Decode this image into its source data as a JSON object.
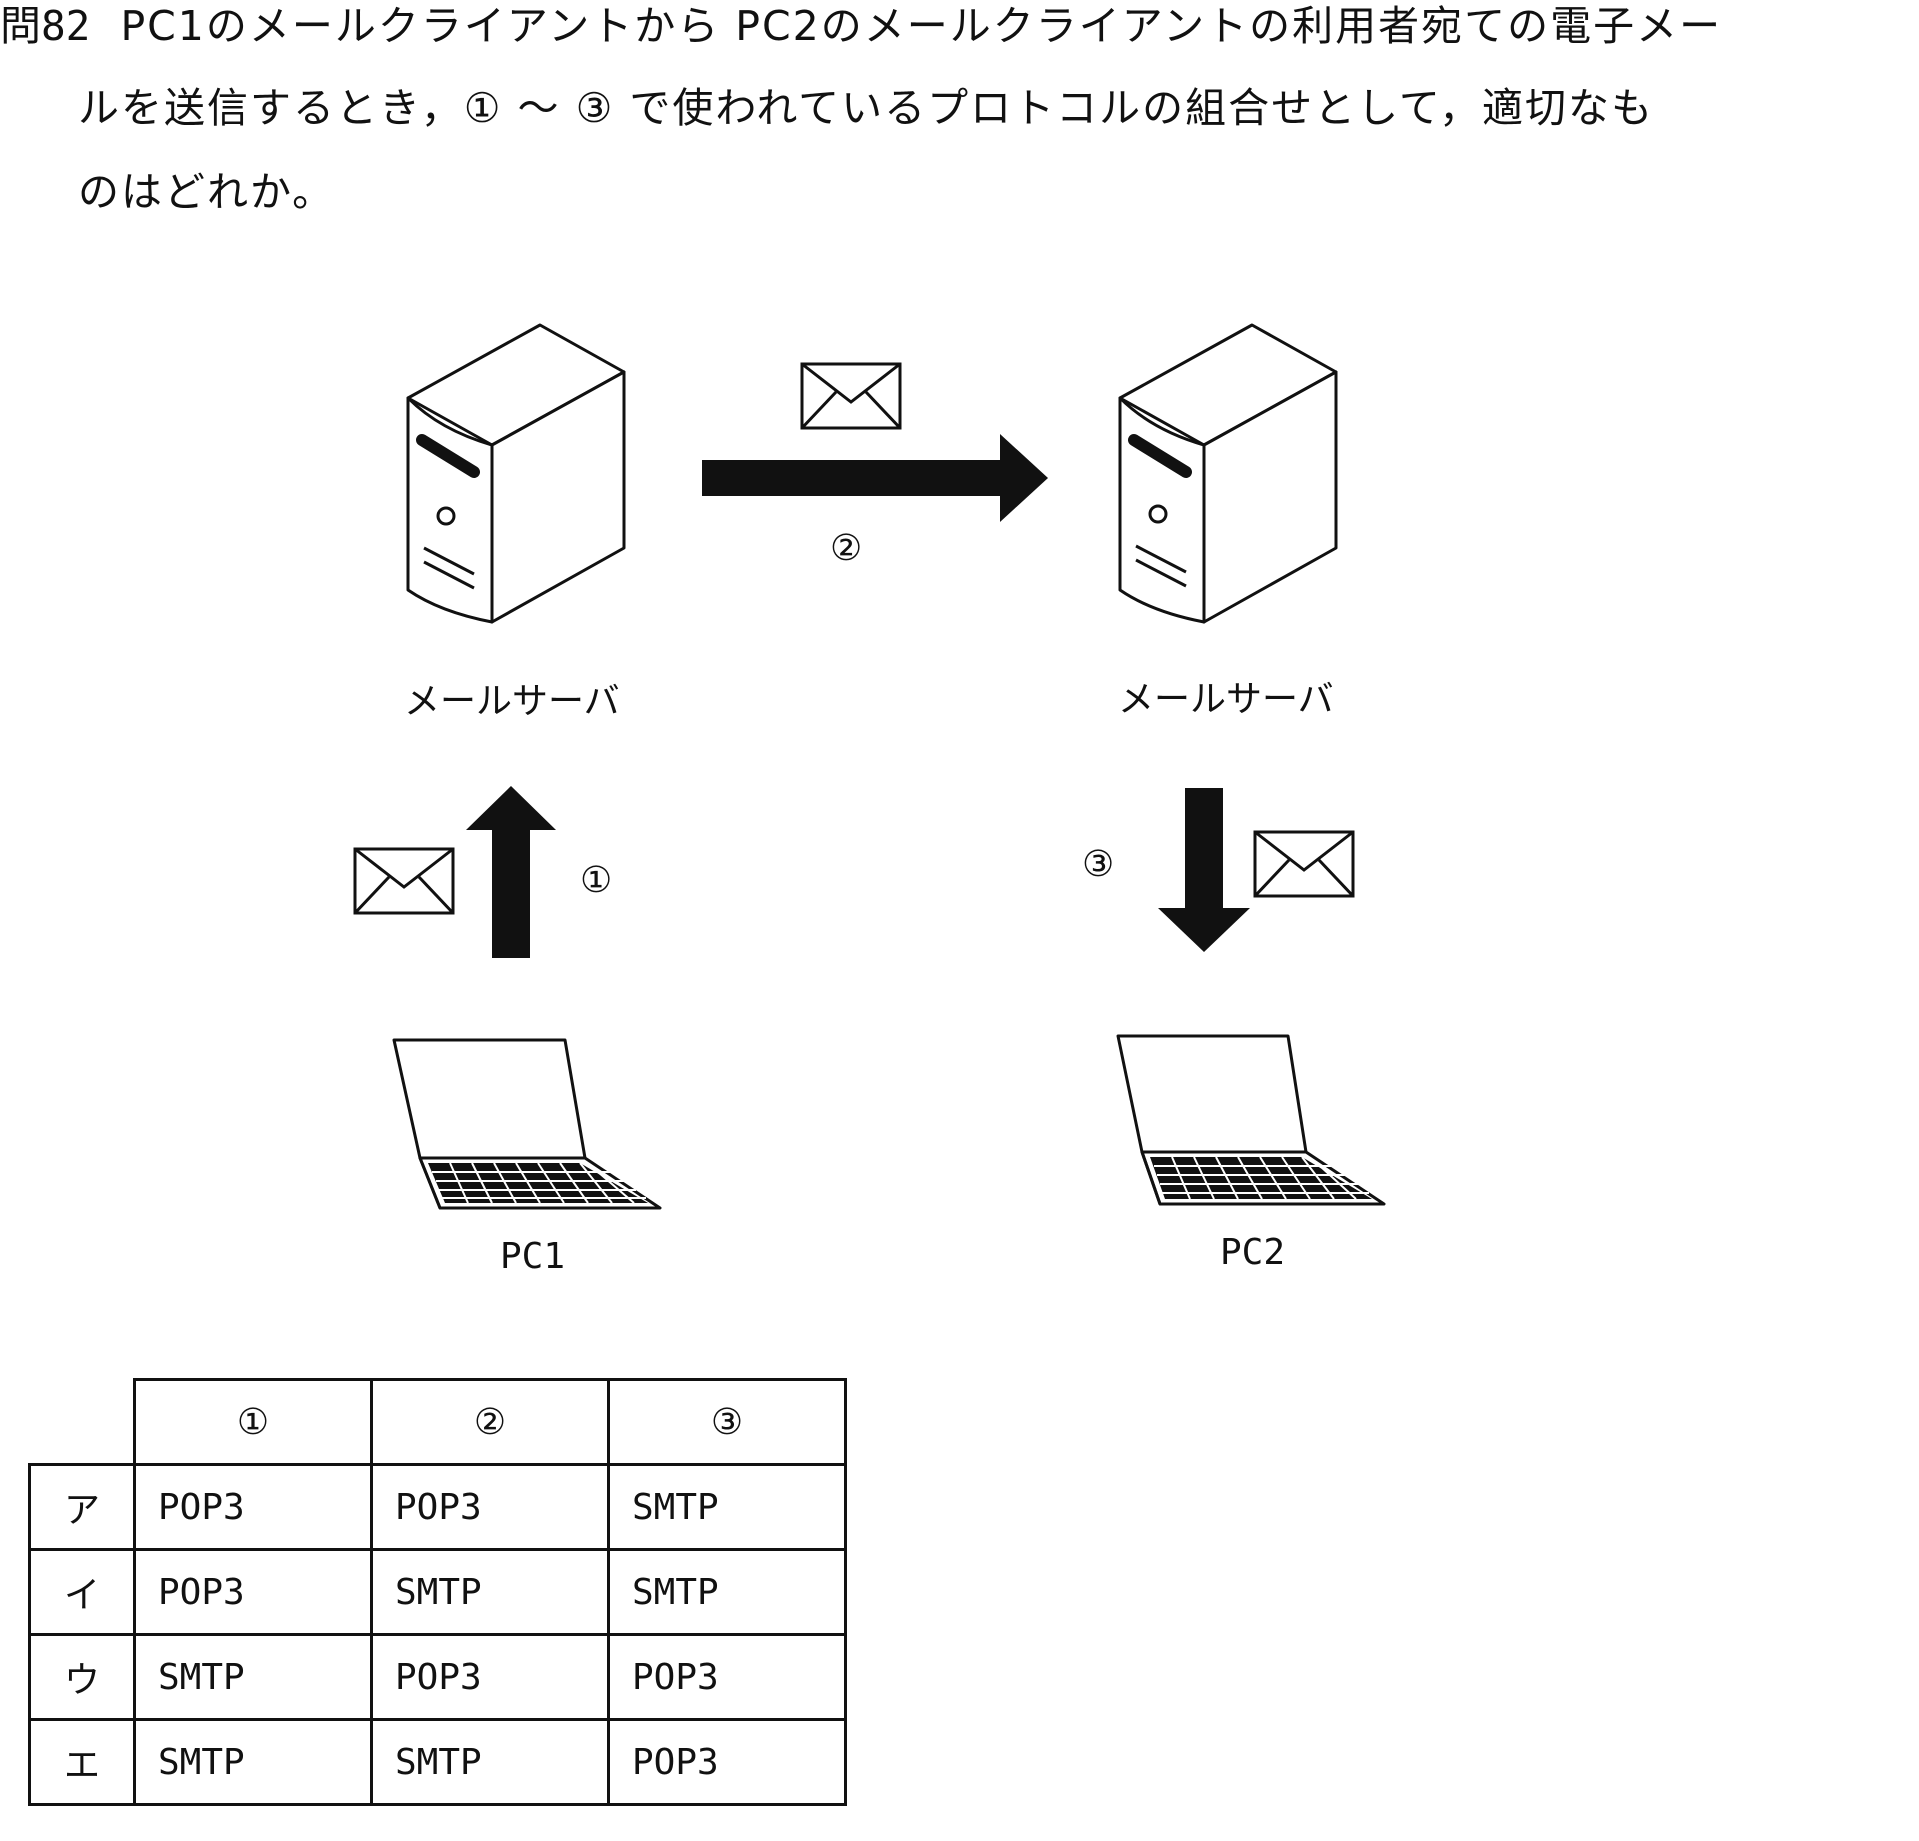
{
  "question": {
    "number": "問82",
    "line1": "PC1のメールクライアントから PC2のメールクライアントの利用者宛ての電子メー",
    "line2": "ルを送信するとき，① ～ ③ で使われているプロトコルの組合せとして，適切なも",
    "line3": "のはどれか。"
  },
  "diagram": {
    "server_left_label": "メールサーバ",
    "server_right_label": "メールサーバ",
    "pc1_label": "PC1",
    "pc2_label": "PC2",
    "step1": "①",
    "step2": "②",
    "step3": "③"
  },
  "table": {
    "headers": [
      "①",
      "②",
      "③"
    ],
    "rows": [
      {
        "label": "ア",
        "values": [
          "POP3",
          "POP3",
          "SMTP"
        ]
      },
      {
        "label": "イ",
        "values": [
          "POP3",
          "SMTP",
          "SMTP"
        ]
      },
      {
        "label": "ウ",
        "values": [
          "SMTP",
          "POP3",
          "POP3"
        ]
      },
      {
        "label": "エ",
        "values": [
          "SMTP",
          "SMTP",
          "POP3"
        ]
      }
    ]
  }
}
